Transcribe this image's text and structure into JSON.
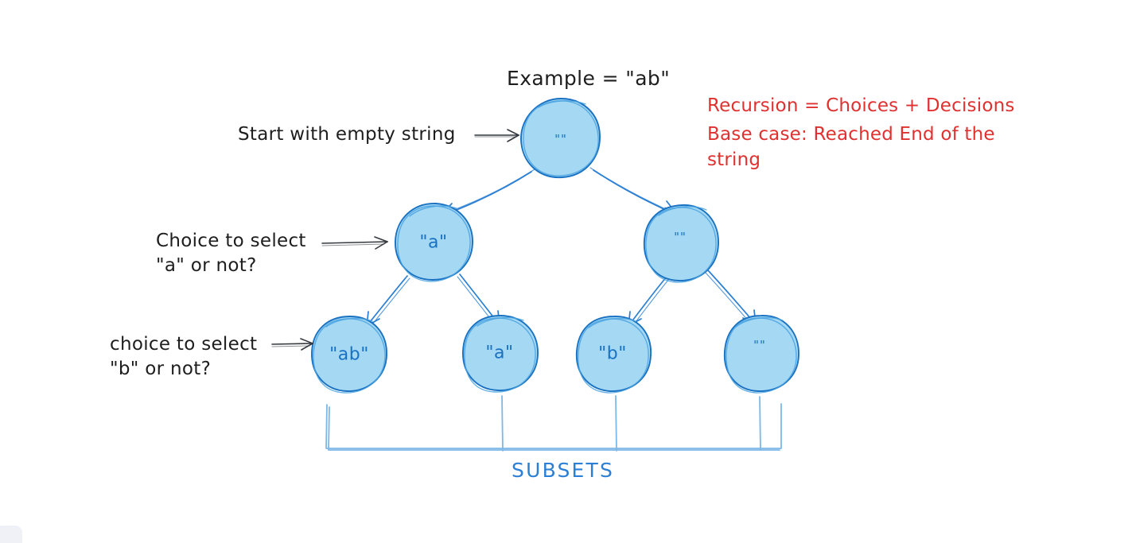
{
  "board": {
    "title": "Example = \"ab\"",
    "subsets_label": "SUBSETS",
    "background_color": "#ffffff",
    "node_fill": "#a5d8f3",
    "node_stroke": "#1971c2",
    "edge_color": "#2b7fd4",
    "annotation_color": "#1e1e1e",
    "note_color": "#e03131"
  },
  "notes": {
    "red_line_1": "Recursion = Choices + Decisions",
    "red_line_2": "Base case: Reached End of the",
    "red_line_3": "string"
  },
  "annotations": [
    {
      "line1": "Start with empty string",
      "line2": "",
      "arrow": "right-arrow-icon"
    },
    {
      "line1": "Choice to select",
      "line2": "\"a\" or not?",
      "arrow": "right-arrow-icon"
    },
    {
      "line1": "choice to select",
      "line2": "\"b\" or not?",
      "arrow": "right-arrow-icon"
    }
  ],
  "tree": {
    "levels": [
      {
        "level": 0,
        "nodes": [
          {
            "id": "root",
            "label": "\"\"",
            "empty": true
          }
        ]
      },
      {
        "level": 1,
        "nodes": [
          {
            "id": "n-a",
            "label": "\"a\"",
            "empty": false
          },
          {
            "id": "n-empty",
            "label": "\"\"",
            "empty": true
          }
        ]
      },
      {
        "level": 2,
        "nodes": [
          {
            "id": "leaf-ab",
            "label": "\"ab\"",
            "empty": false
          },
          {
            "id": "leaf-a",
            "label": "\"a\"",
            "empty": false
          },
          {
            "id": "leaf-b",
            "label": "\"b\"",
            "empty": false
          },
          {
            "id": "leaf-empty",
            "label": "\"\"",
            "empty": true
          }
        ]
      }
    ],
    "edge_count": 6,
    "leaf_results": [
      "\"ab\"",
      "\"a\"",
      "\"b\"",
      "\"\""
    ]
  }
}
